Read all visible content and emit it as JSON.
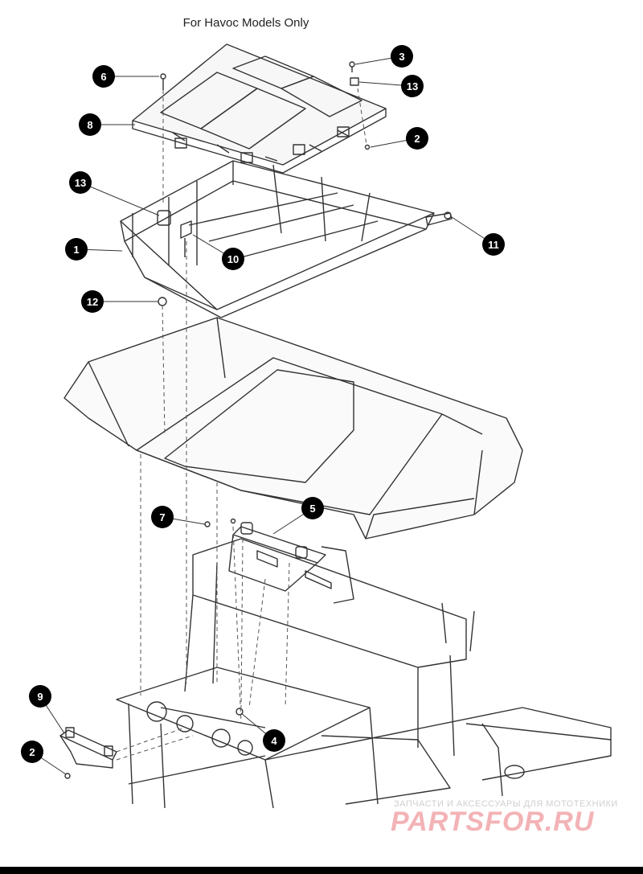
{
  "header": {
    "title": "For Havoc Models Only"
  },
  "callouts": [
    {
      "number": "1"
    },
    {
      "number": "2"
    },
    {
      "number": "2"
    },
    {
      "number": "3"
    },
    {
      "number": "4"
    },
    {
      "number": "5"
    },
    {
      "number": "6"
    },
    {
      "number": "7"
    },
    {
      "number": "8"
    },
    {
      "number": "9"
    },
    {
      "number": "10"
    },
    {
      "number": "11"
    },
    {
      "number": "12"
    },
    {
      "number": "13"
    },
    {
      "number": "13"
    }
  ],
  "watermark": {
    "tagline": "ЗАПЧАСТИ И АКСЕССУАРЫ ДЛЯ МОТОТЕХНИКИ",
    "logo": "PARTSFOR.RU",
    "color": "#f3b3b6"
  }
}
